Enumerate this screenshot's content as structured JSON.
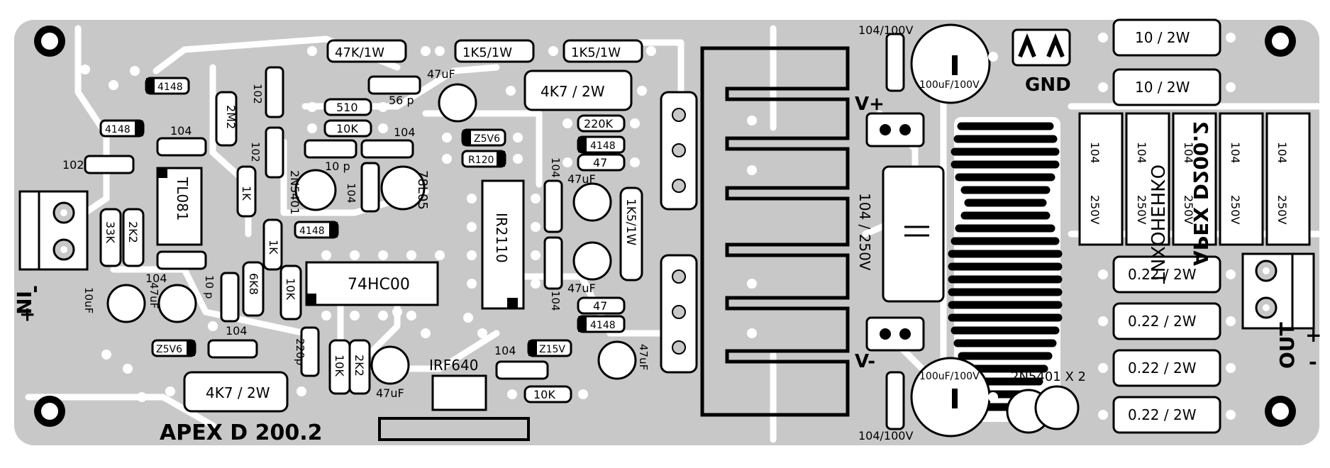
{
  "board": {
    "title": "APEX D 200.2",
    "mirror_title": "APEX D200.2",
    "mirror_maker": "ТИХОНЕНКО",
    "colors": {
      "copper": "#c8c8c8",
      "background": "#ffffff",
      "silk": "#000000",
      "pad": "#ffffff"
    }
  },
  "connectors": {
    "input_label": "IN",
    "input_minus": "-",
    "input_plus": "+",
    "output_label": "OUT",
    "output_plus": "+",
    "output_minus": "-",
    "gnd": "GND",
    "vplus": "V+",
    "vminus": "V-"
  },
  "chips": {
    "u1": "TL081",
    "u2": "74HC00",
    "u3": "IR2110",
    "reg": "78L05",
    "mosfet": "IRF640",
    "q1": "2N5401",
    "q_pair": "2N5401 X 2"
  },
  "resistors": {
    "r_47k": "47K/1W",
    "r_1k5_a": "1K5/1W",
    "r_1k5_b": "1K5/1W",
    "r_4k7_top": "4K7 / 2W",
    "r_510": "510",
    "r_10k_a": "10K",
    "r_220k": "220K",
    "r_47_a": "47",
    "r_r120": "R120",
    "r_1k5_v": "1K5/1W",
    "r_47_b": "47",
    "r_2m2": "2M2",
    "r_1k_a": "1K",
    "r_1k_b": "1K",
    "r_33k": "33K",
    "r_2k2_a": "2K2",
    "r_6k8": "6K8",
    "r_10k_b": "10K",
    "r_10k_c": "10K",
    "r_2k2_b": "2K2",
    "r_4k7_bot": "4K7 / 2W",
    "r_10k_d": "10K",
    "r_10_2w_a": "10 / 2W",
    "r_10_2w_b": "10 / 2W",
    "r_022_a": "0.22 / 2W",
    "r_022_b": "0.22 / 2W",
    "r_022_c": "0.22 / 2W",
    "r_022_d": "0.22 / 2W"
  },
  "capacitors": {
    "c_104_100v_top": "104/100V",
    "c_100uf_top": "100uF/100V",
    "c_47uf_top": "47uF",
    "c_56p": "56 p",
    "c_102_a": "102",
    "c_102_b": "102",
    "c_102_c": "102",
    "c_104_a": "104",
    "c_104_b": "104",
    "c_10p_a": "10 p",
    "c_104_c": "104",
    "c_104_d": "104",
    "c_47uf_b": "47uF",
    "c_47uf_c": "47uF",
    "c_104_e": "104",
    "c_104_big": "104 / 250V",
    "c_10uf": "10uF",
    "c_104_f": "104",
    "c_47uf_d": "47uF",
    "c_10p_b": "10 p",
    "c_104_g": "104",
    "c_220p": "220p",
    "c_47uf_e": "47uF",
    "c_104_h": "104",
    "c_47uf_f": "47uF",
    "c_100uf_bot": "100uF/100V",
    "c_104_100v_bot": "104/100V",
    "c_big_104": "104",
    "c_big_250v": "250V"
  },
  "diodes": {
    "d_4148_a": "4148",
    "d_4148_b": "4148",
    "d_z5v6_a": "Z5V6",
    "d_4148_c": "4148",
    "d_4148_d": "4148",
    "d_4148_e": "4148",
    "d_z5v6_b": "Z5V6",
    "d_z15v": "Z15V"
  }
}
